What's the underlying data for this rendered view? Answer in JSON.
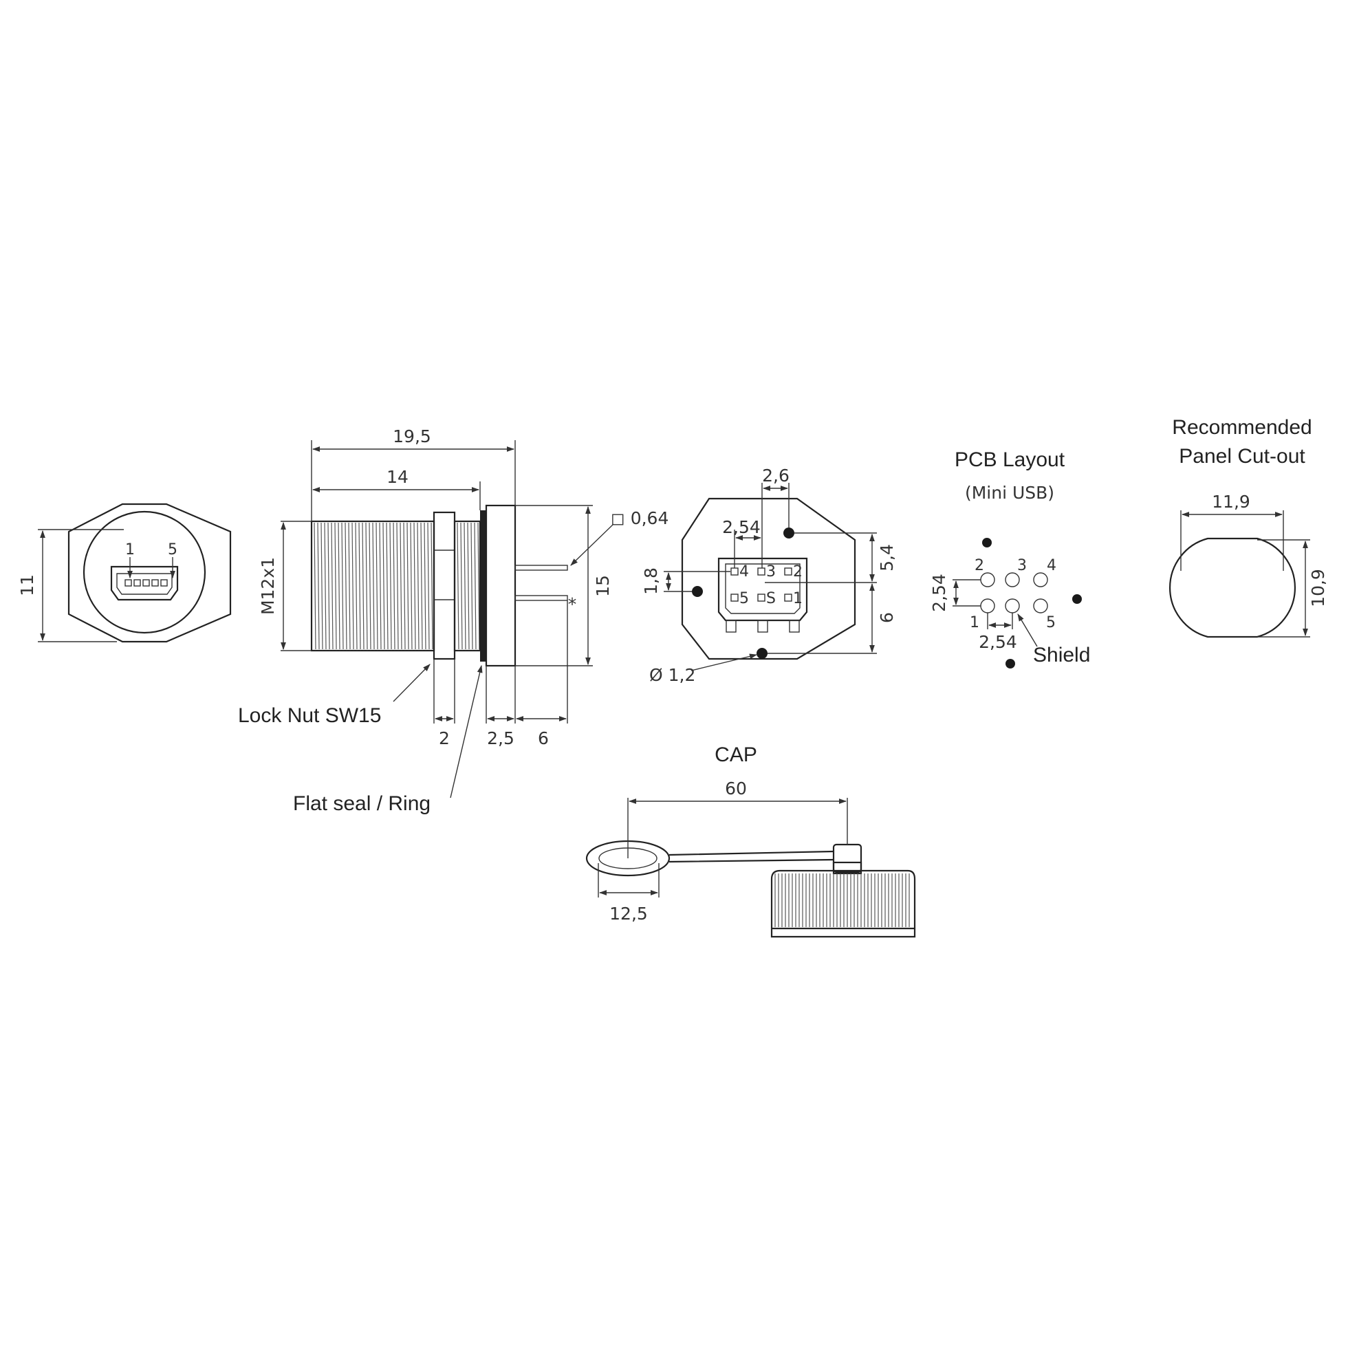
{
  "front_view": {
    "dim_height": "11",
    "pin_first": "1",
    "pin_last": "5"
  },
  "side_view": {
    "dim_overall": "19,5",
    "dim_thread_len": "14",
    "thread": "M12x1",
    "dim_pin_pitch": "15",
    "pin_size": "◻ 0,64",
    "asterisk": "*",
    "dim_nut": "2",
    "dim_flange": "2,5",
    "dim_pin_len": "6",
    "lock_nut": "Lock Nut SW15",
    "flat_seal": "Flat seal / Ring"
  },
  "rear_view": {
    "dim_top": "2,6",
    "dim_pitch": "2,54",
    "dim_row": "1,8",
    "dim_upper": "5,4",
    "dim_lower": "6",
    "hole": "Ø 1,2",
    "pins": [
      "4",
      "3",
      "2",
      "5",
      "S",
      "1"
    ]
  },
  "pcb": {
    "title": "PCB Layout",
    "subtitle": "(Mini USB)",
    "pins": [
      "2",
      "3",
      "4",
      "1",
      "5"
    ],
    "dim_v": "2,54",
    "dim_h": "2,54",
    "shield": "Shield"
  },
  "cutout": {
    "title_line1": "Recommended",
    "title_line2": "Panel Cut-out",
    "dim_w": "11,9",
    "dim_h": "10,9"
  },
  "cap": {
    "title": "CAP",
    "dim_len": "60",
    "dim_ring": "12,5"
  }
}
